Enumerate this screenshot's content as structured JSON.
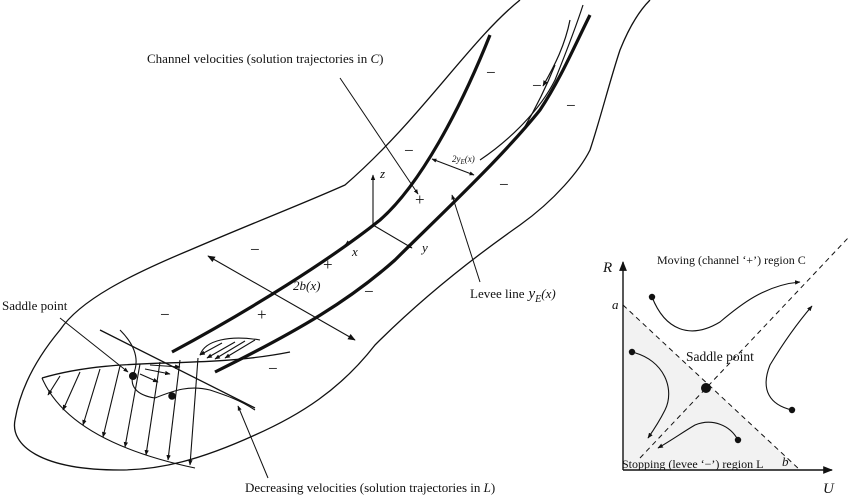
{
  "labels": {
    "channel_velocities_prefix": "Channel velocities (solution trajectories in ",
    "channel_velocities_var": "C",
    "channel_velocities_suffix": ")",
    "saddle_point_left": "Saddle point",
    "decreasing_prefix": "Decreasing velocities (solution trajectories in ",
    "decreasing_var": "L",
    "decreasing_suffix": ")",
    "levee_line_text": "Levee line",
    "levee_y": "y",
    "levee_sub": "E",
    "levee_arg": "(x)",
    "width_label": "2b(x)",
    "ye_label": "2y",
    "ye_sub": "E",
    "ye_arg": "(x)"
  },
  "axes3d": {
    "x": "x",
    "y": "y",
    "z": "z"
  },
  "signs": {
    "plus": "+",
    "minus": "−"
  },
  "phase": {
    "axis_r": "R",
    "axis_u": "U",
    "point_a": "a",
    "point_b": "b",
    "moving_region": "Moving (channel ‘+’) region C",
    "saddle_point": "Saddle point",
    "stopping_region": "Stopping (levee ‘−’) region L"
  },
  "colors": {
    "ink": "#111111",
    "region_fill": "#f2f2f2"
  }
}
